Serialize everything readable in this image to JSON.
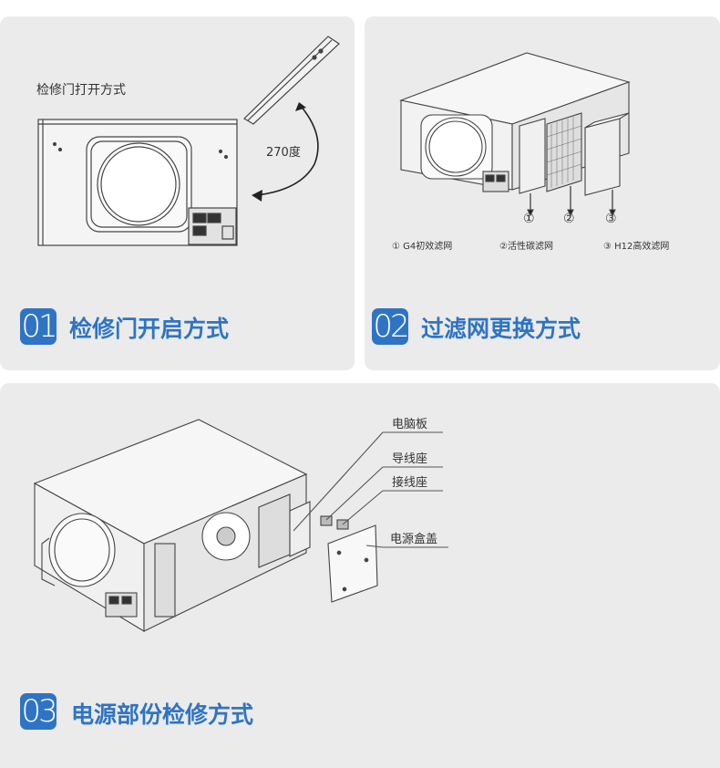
{
  "section1": {
    "badge": "01",
    "title": "检修门开启方式",
    "diagram_label": "检修门打开方式",
    "angle_label": "270度"
  },
  "section2": {
    "badge": "02",
    "title": "过滤网更换方式",
    "markers": [
      "①",
      "②",
      "③"
    ],
    "legend": [
      "① G4初效滤网",
      "②活性碳滤网",
      "③ H12高效滤网"
    ]
  },
  "section3": {
    "badge": "03",
    "title": "电源部份检修方式",
    "callouts": [
      "电脑板",
      "导线座",
      "接线座",
      "电源盒盖"
    ]
  },
  "colors": {
    "accent": "#2f74c4",
    "panel_bg": "#ebebeb",
    "line": "#333333"
  }
}
